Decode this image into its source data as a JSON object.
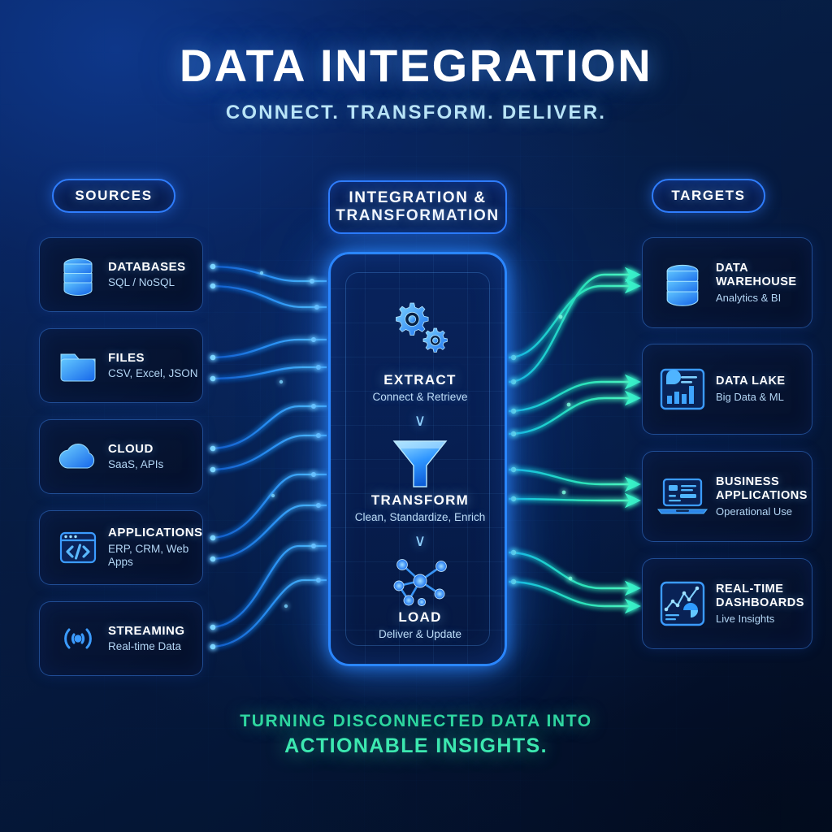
{
  "header": {
    "title": "DATA INTEGRATION",
    "subtitle": "CONNECT. TRANSFORM. DELIVER."
  },
  "columns": {
    "sources_label": "SOURCES",
    "center_label": "INTEGRATION & TRANSFORMATION",
    "targets_label": "TARGETS"
  },
  "sources": [
    {
      "icon": "database-icon",
      "title": "DATABASES",
      "subtitle": "SQL / NoSQL"
    },
    {
      "icon": "folder-icon",
      "title": "FILES",
      "subtitle": "CSV, Excel, JSON"
    },
    {
      "icon": "cloud-icon",
      "title": "CLOUD",
      "subtitle": "SaaS, APIs"
    },
    {
      "icon": "code-window-icon",
      "title": "APPLICATIONS",
      "subtitle": "ERP, CRM, Web Apps"
    },
    {
      "icon": "broadcast-icon",
      "title": "STREAMING",
      "subtitle": "Real-time Data"
    }
  ],
  "pipeline": [
    {
      "icon": "gears-icon",
      "name": "EXTRACT",
      "desc": "Connect & Retrieve"
    },
    {
      "icon": "funnel-icon",
      "name": "TRANSFORM",
      "desc": "Clean, Standardize, Enrich"
    },
    {
      "icon": "network-icon",
      "name": "LOAD",
      "desc": "Deliver & Update"
    }
  ],
  "chevron": "∨",
  "targets": [
    {
      "icon": "database-icon",
      "title": "DATA WAREHOUSE",
      "subtitle": "Analytics & BI"
    },
    {
      "icon": "chart-board-icon",
      "title": "DATA LAKE",
      "subtitle": "Big Data & ML"
    },
    {
      "icon": "laptop-icon",
      "title": "BUSINESS APPLICATIONS",
      "subtitle": "Operational Use"
    },
    {
      "icon": "line-chart-pie-icon",
      "title": "REAL-TIME DASHBOARDS",
      "subtitle": "Live Insights"
    }
  ],
  "footer": {
    "line1": "TURNING DISCONNECTED DATA INTO",
    "line2": "ACTIONABLE INSIGHTS."
  },
  "colors": {
    "background_top_left": "#0a2a6b",
    "background_bottom_right": "#03142e",
    "accent_blue": "#2a86ff",
    "flow_in": "#1f8bff",
    "flow_out": "#2ff0c0",
    "title_white": "#ffffff",
    "subtitle_cyan": "#b9e4f7",
    "footer_green": "#3ce8b0"
  }
}
